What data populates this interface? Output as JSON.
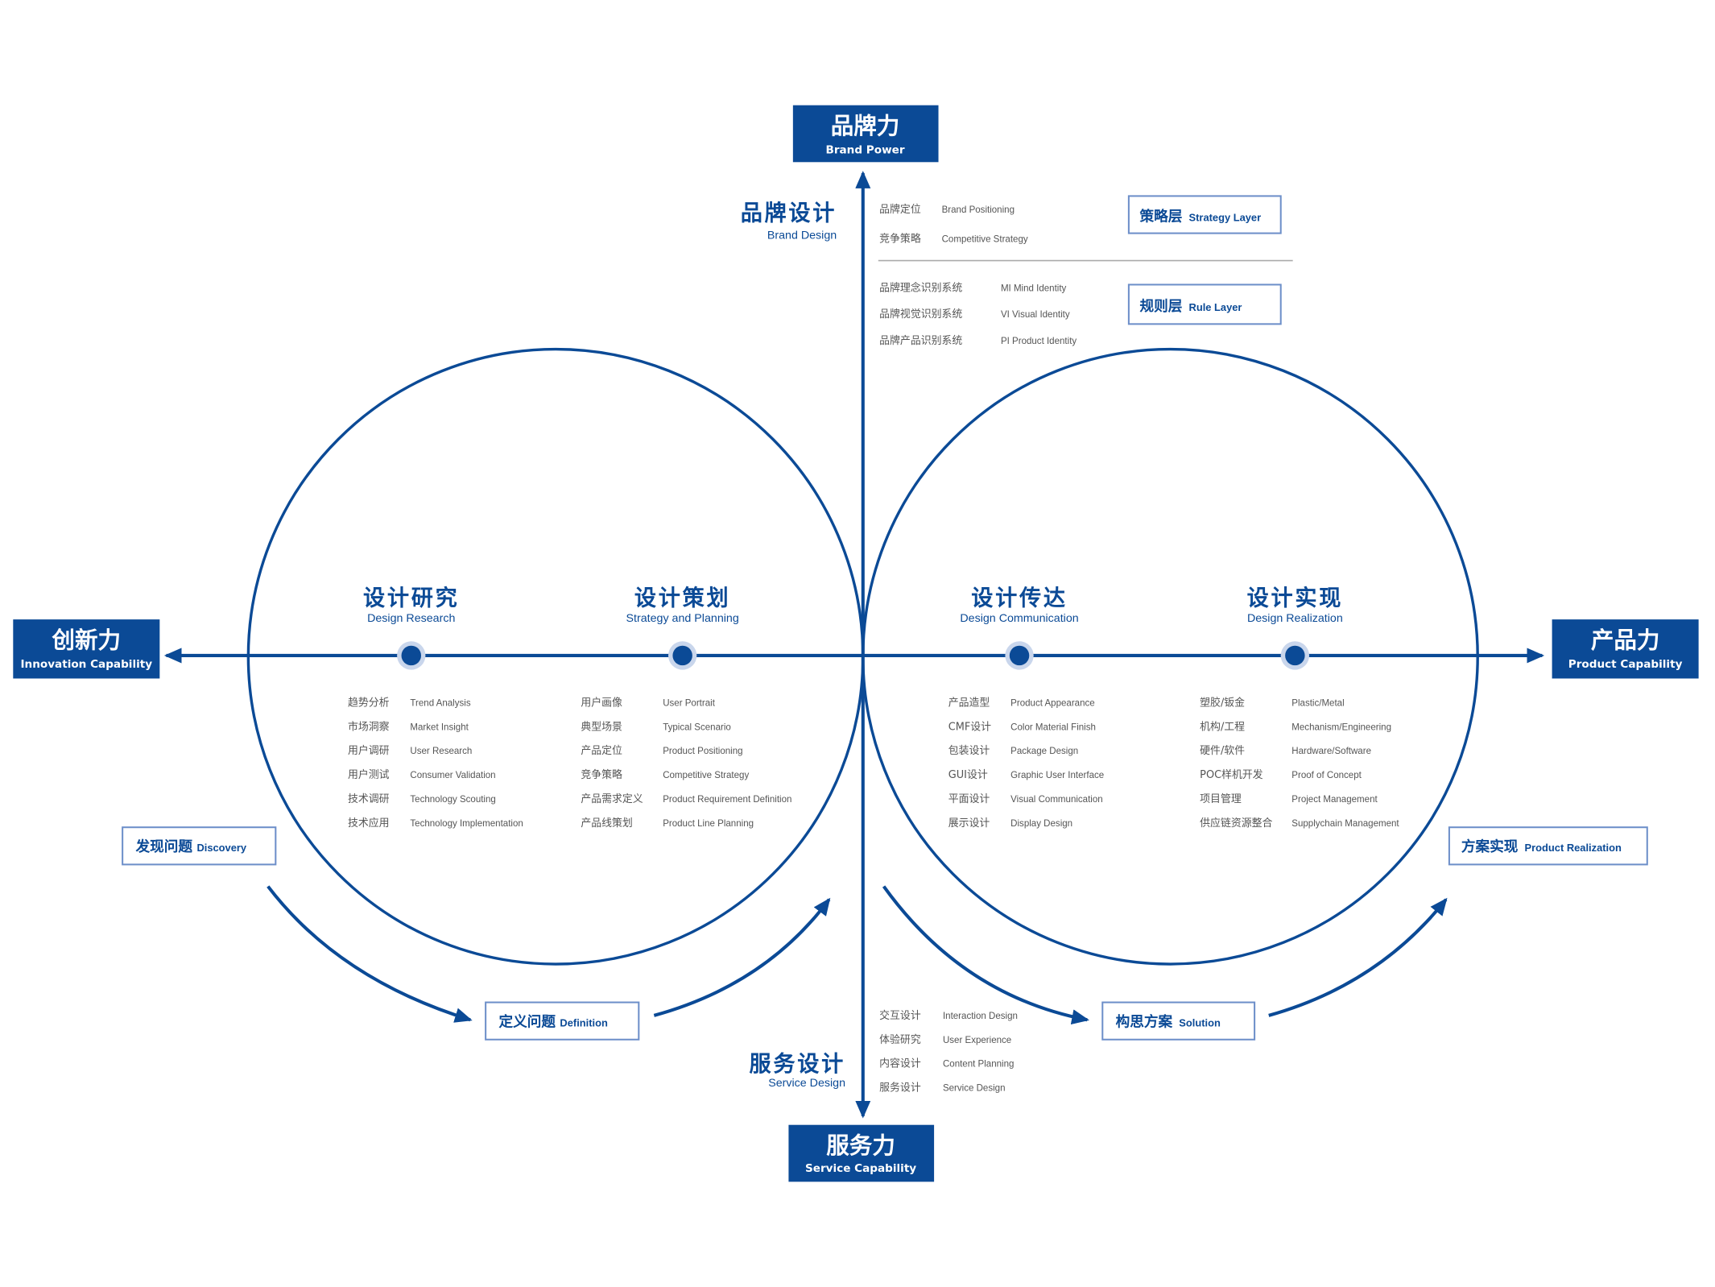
{
  "colors": {
    "primary": "#0b4a96",
    "text": "#555555"
  },
  "poles": {
    "top": {
      "cn": "品牌力",
      "en": "Brand Power"
    },
    "bottom": {
      "cn": "服务力",
      "en": "Service Capability"
    },
    "left": {
      "cn": "创新力",
      "en": "Innovation Capability"
    },
    "right": {
      "cn": "产品力",
      "en": "Product Capability"
    }
  },
  "brand_design": {
    "cn": "品牌设计",
    "en": "Brand Design",
    "strategy_items": [
      {
        "cn": "品牌定位",
        "en": "Brand Positioning"
      },
      {
        "cn": "竞争策略",
        "en": "Competitive Strategy"
      }
    ],
    "rule_items": [
      {
        "cn": "品牌理念识别系统",
        "en": "MI  Mind Identity"
      },
      {
        "cn": "品牌视觉识别系统",
        "en": "VI  Visual Identity"
      },
      {
        "cn": "品牌产品识别系统",
        "en": "PI  Product Identity"
      }
    ],
    "strategy_layer": {
      "cn": "策略层",
      "en": "Strategy Layer"
    },
    "rule_layer": {
      "cn": "规则层",
      "en": "Rule Layer"
    }
  },
  "service_design": {
    "cn": "服务设计",
    "en": "Service Design",
    "items": [
      {
        "cn": "交互设计",
        "en": "Interaction Design"
      },
      {
        "cn": "体验研究",
        "en": "User Experience"
      },
      {
        "cn": "内容设计",
        "en": "Content Planning"
      },
      {
        "cn": "服务设计",
        "en": "Service Design"
      }
    ]
  },
  "sections": [
    {
      "cn": "设计研究",
      "en": "Design Research",
      "items": [
        {
          "cn": "趋势分析",
          "en": "Trend Analysis"
        },
        {
          "cn": "市场洞察",
          "en": "Market Insight"
        },
        {
          "cn": "用户调研",
          "en": "User Research"
        },
        {
          "cn": "用户测试",
          "en": "Consumer Validation"
        },
        {
          "cn": "技术调研",
          "en": "Technology Scouting"
        },
        {
          "cn": "技术应用",
          "en": "Technology Implementation"
        }
      ]
    },
    {
      "cn": "设计策划",
      "en": "Strategy and Planning",
      "items": [
        {
          "cn": "用户画像",
          "en": "User Portrait"
        },
        {
          "cn": "典型场景",
          "en": "Typical Scenario"
        },
        {
          "cn": "产品定位",
          "en": "Product Positioning"
        },
        {
          "cn": "竞争策略",
          "en": "Competitive Strategy"
        },
        {
          "cn": "产品需求定义",
          "en": "Product Requirement Definition"
        },
        {
          "cn": "产品线策划",
          "en": "Product Line Planning"
        }
      ]
    },
    {
      "cn": "设计传达",
      "en": "Design Communication",
      "items": [
        {
          "cn": "产品造型",
          "en": "Product Appearance"
        },
        {
          "cn": "CMF设计",
          "en": "Color Material Finish"
        },
        {
          "cn": "包装设计",
          "en": "Package Design"
        },
        {
          "cn": "GUI设计",
          "en": "Graphic User Interface"
        },
        {
          "cn": "平面设计",
          "en": "Visual Communication"
        },
        {
          "cn": "展示设计",
          "en": "Display Design"
        }
      ]
    },
    {
      "cn": "设计实现",
      "en": "Design Realization",
      "items": [
        {
          "cn": "塑胶/钣金",
          "en": "Plastic/Metal"
        },
        {
          "cn": "机构/工程",
          "en": "Mechanism/Engineering"
        },
        {
          "cn": "硬件/软件",
          "en": "Hardware/Software"
        },
        {
          "cn": "POC样机开发",
          "en": "Proof of Concept"
        },
        {
          "cn": "项目管理",
          "en": "Project Management"
        },
        {
          "cn": "供应链资源整合",
          "en": "Supplychain Management"
        }
      ]
    }
  ],
  "stages": [
    {
      "cn": "发现问题",
      "en": "Discovery"
    },
    {
      "cn": "定义问题",
      "en": "Definition"
    },
    {
      "cn": "构思方案",
      "en": "Solution"
    },
    {
      "cn": "方案实现",
      "en": "Product Realization"
    }
  ]
}
